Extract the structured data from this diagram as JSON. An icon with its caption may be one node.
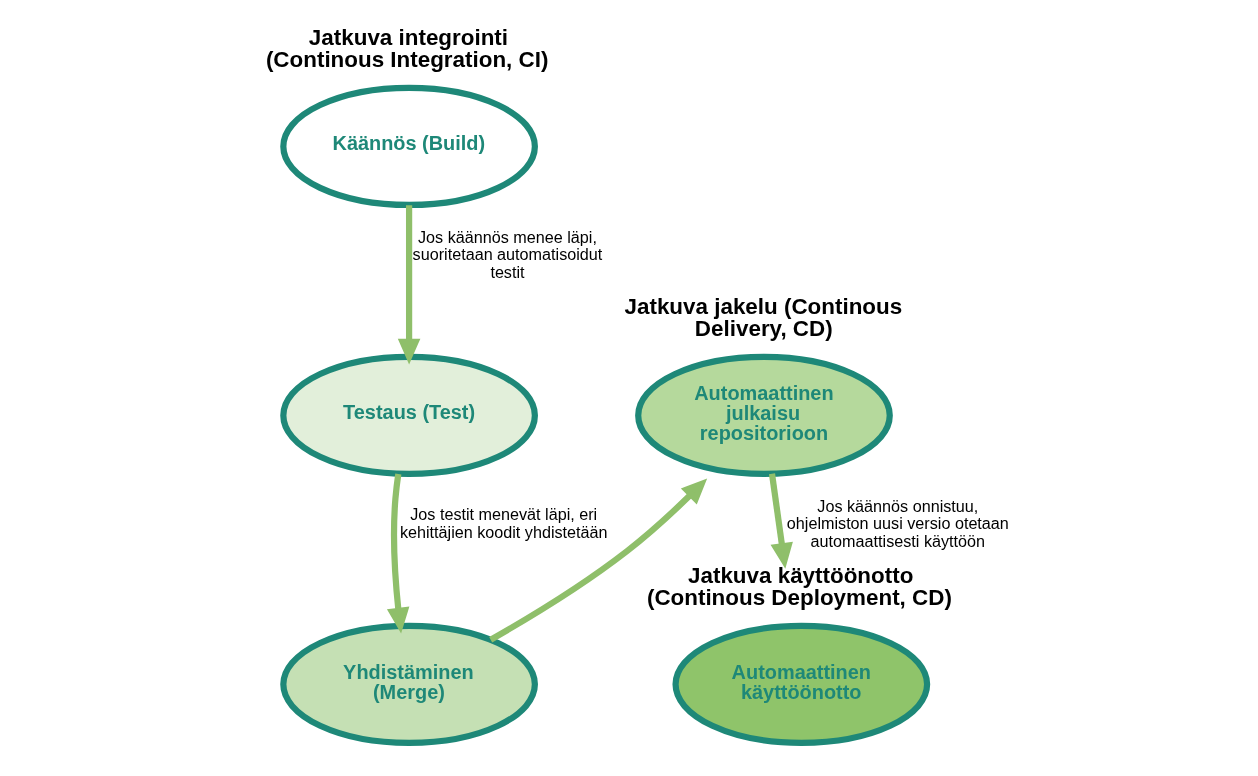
{
  "diagram": {
    "nodes": [
      {
        "text": [
          "Käännös (Build)"
        ],
        "beside": [
          "Jatkuva integrointi (Continous Integration, CI)"
        ]
      },
      {
        "text": [
          "Testaus (Test)"
        ]
      },
      {
        "text": [
          "Yhdistäminen (Merge)"
        ]
      },
      {
        "text": [
          "Automaattinen julkaisu repositorioon"
        ],
        "beside": [
          "Jatkuva jakelu (Continous Delivery, CD)"
        ]
      },
      {
        "text": [
          "Automaattinen käyttöönotto"
        ],
        "beside": [
          "Jatkuva käyttöönotto (Continous Deployment, CD)"
        ]
      }
    ],
    "edges": [
      {
        "from": 0,
        "to": 1,
        "arrow": "to",
        "label": "Jos käännös menee läpi, suoritetaan automatisoidut testit"
      },
      {
        "from": 1,
        "to": 2,
        "arrow": "to",
        "label": "Jos testit menevät läpi, eri kehittäjien koodit yhdistetään"
      },
      {
        "from": 2,
        "to": 3,
        "arrow": "to"
      },
      {
        "from": 3,
        "to": 4,
        "arrow": "to",
        "label": "Jos käännös onnistuu, ohjelmiston uusi versio otetaan automaattisesti käyttöön"
      }
    ]
  }
}
